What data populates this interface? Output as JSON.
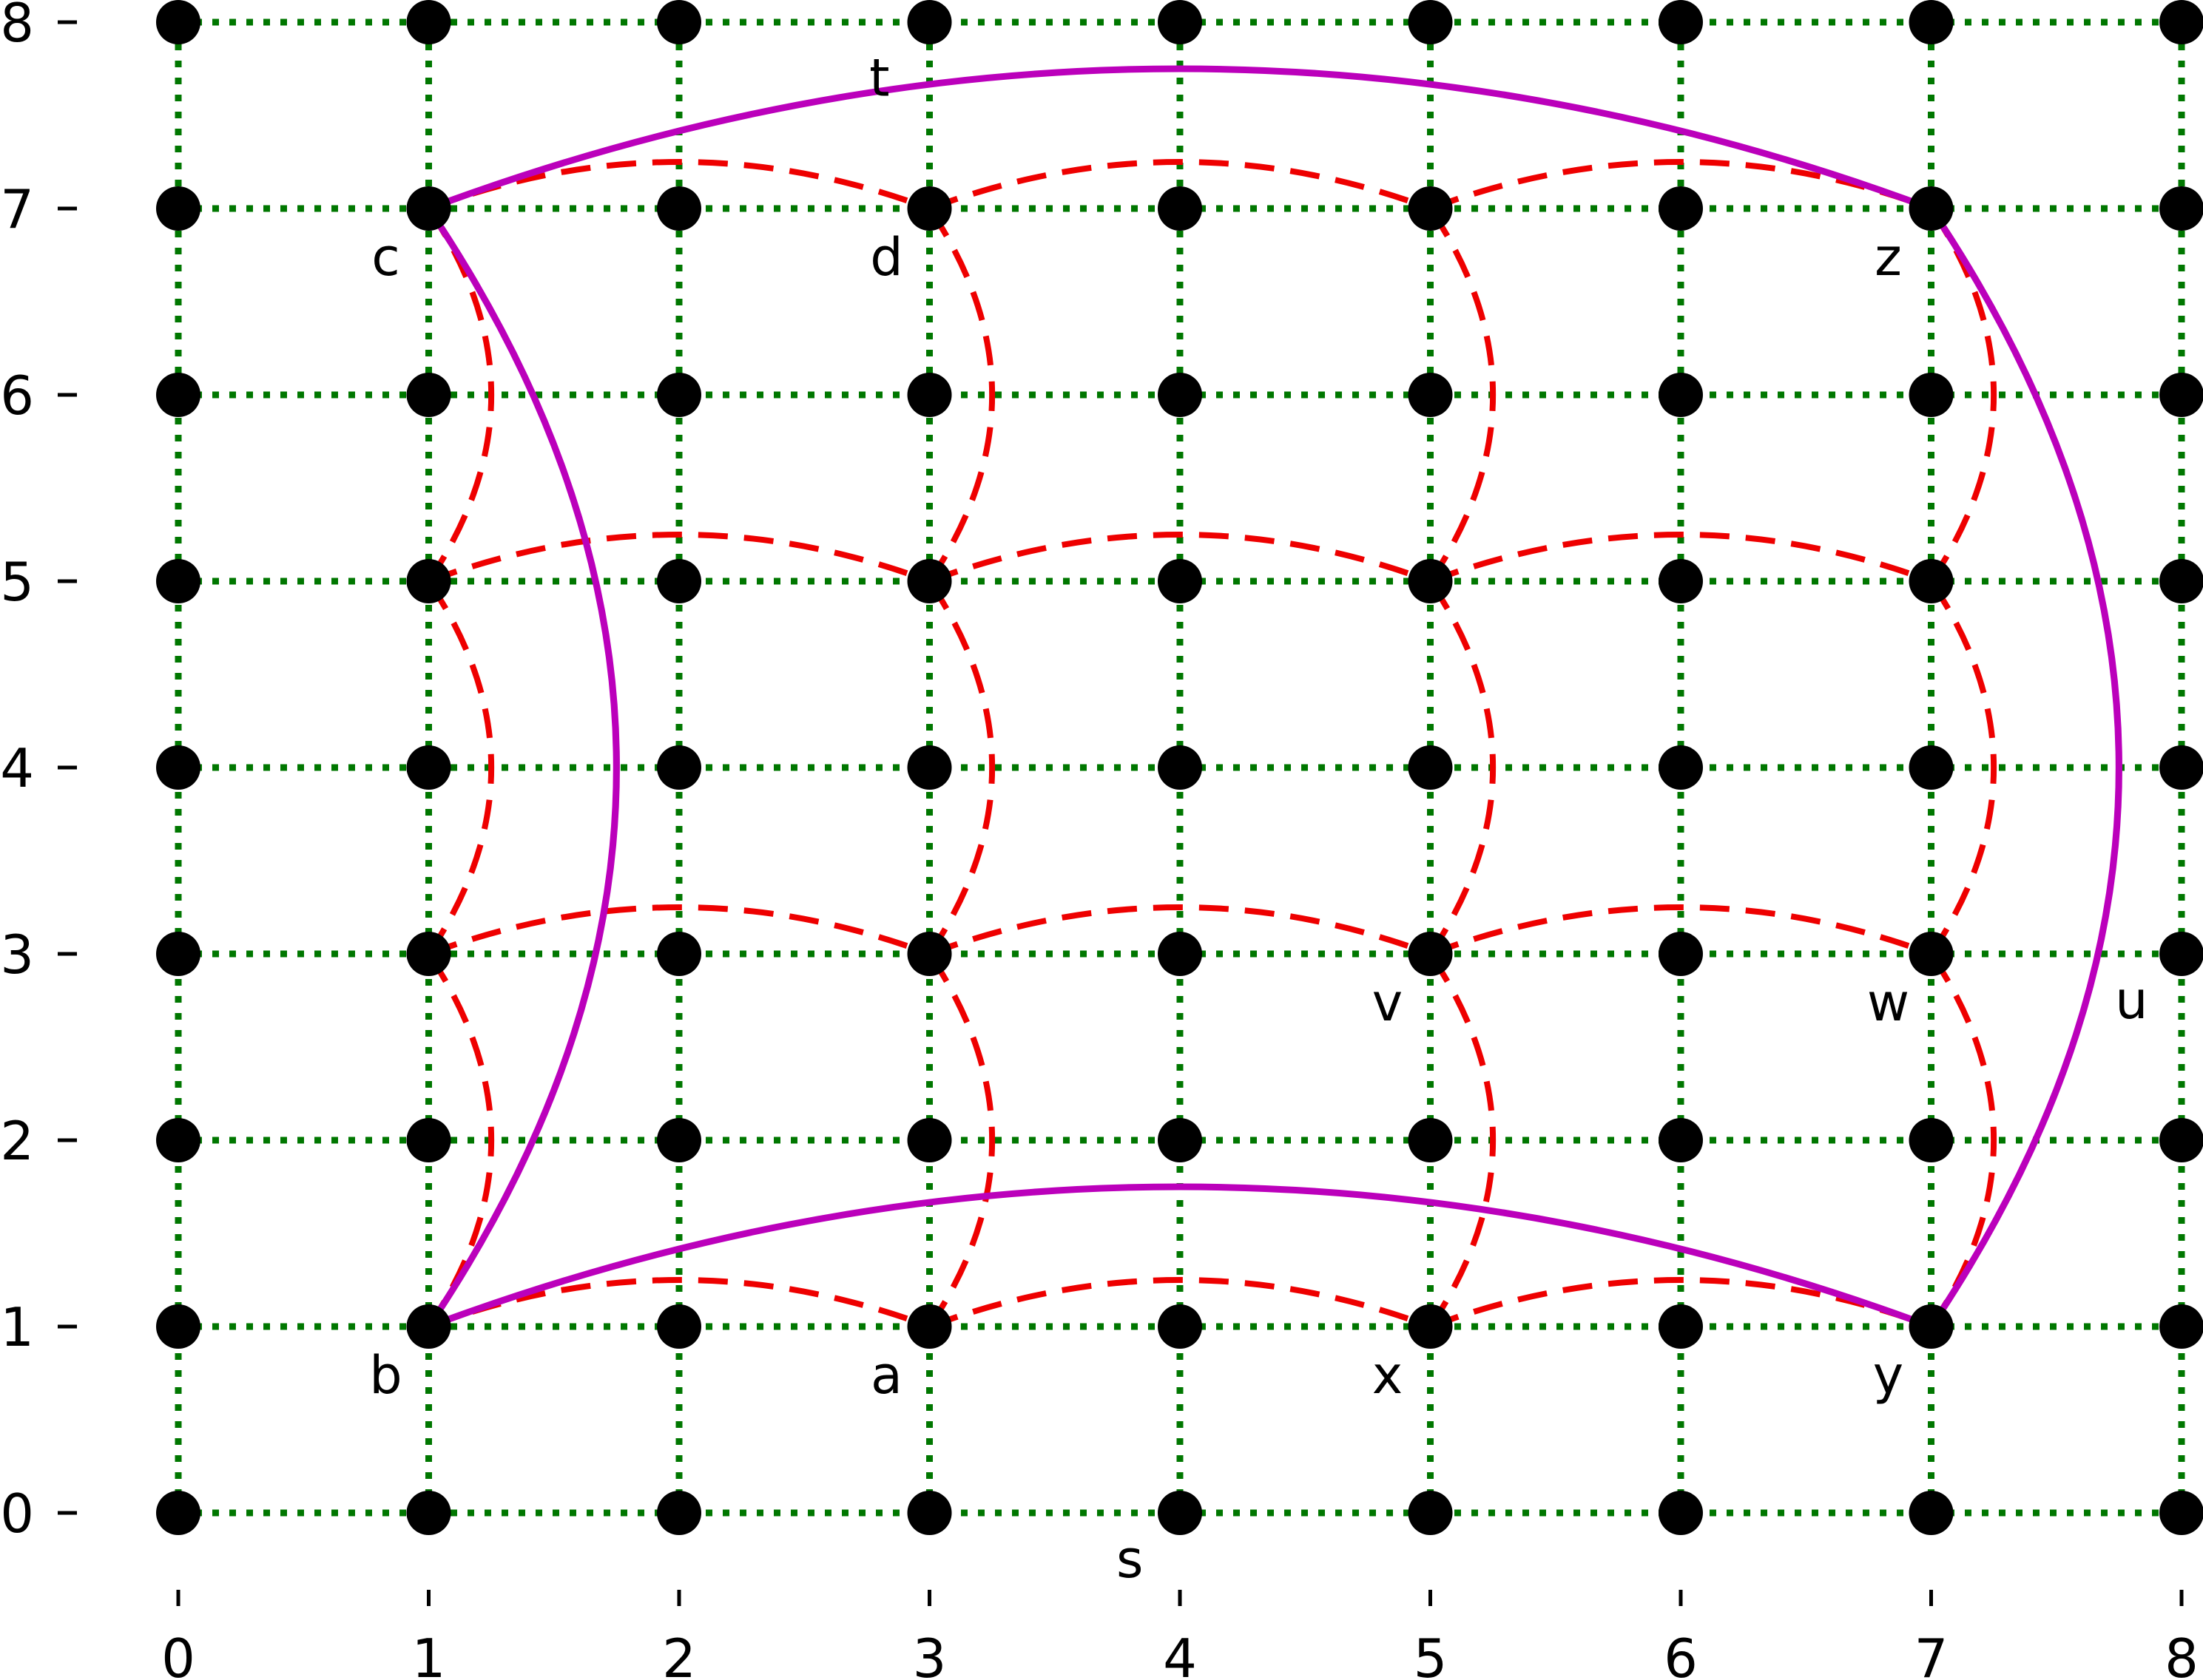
{
  "chart_data": {
    "type": "scatter",
    "title": "",
    "xlabel": "",
    "ylabel": "",
    "xlim": [
      0,
      8
    ],
    "ylim": [
      0,
      8
    ],
    "x_ticks": [
      "0",
      "1",
      "2",
      "3",
      "4",
      "5",
      "6",
      "7",
      "8"
    ],
    "y_ticks": [
      "0",
      "1",
      "2",
      "3",
      "4",
      "5",
      "6",
      "7",
      "8"
    ],
    "grid": {
      "x": [
        0,
        1,
        2,
        3,
        4,
        5,
        6,
        7,
        8
      ],
      "y": [
        0,
        1,
        2,
        3,
        4,
        5,
        6,
        7,
        8
      ],
      "style": "dotted",
      "color": "#007700"
    },
    "point_color": "#000000",
    "labeled_points": [
      {
        "label": "c",
        "x": 1,
        "y": 7
      },
      {
        "label": "d",
        "x": 3,
        "y": 7
      },
      {
        "label": "z",
        "x": 7,
        "y": 7
      },
      {
        "label": "b",
        "x": 1,
        "y": 1
      },
      {
        "label": "a",
        "x": 3,
        "y": 1
      },
      {
        "label": "x",
        "x": 5,
        "y": 1
      },
      {
        "label": "y",
        "x": 7,
        "y": 1
      },
      {
        "label": "v",
        "x": 5,
        "y": 3
      },
      {
        "label": "w",
        "x": 7,
        "y": 3
      }
    ],
    "curve_labels": [
      {
        "label": "t",
        "x": 2.8,
        "y": 7.7
      },
      {
        "label": "s",
        "x": 3.8,
        "y": -0.25
      },
      {
        "label": "u",
        "x": 7.8,
        "y": 2.75
      }
    ],
    "arcs_dashed_red": {
      "color": "#ee0000",
      "bulge": 0.25,
      "horizontal_rows": [
        1,
        3,
        5,
        7
      ],
      "horizontal_spans": [
        [
          1,
          3
        ],
        [
          3,
          5
        ],
        [
          5,
          7
        ]
      ],
      "vertical_columns": [
        1,
        3,
        5,
        7
      ],
      "vertical_spans": [
        [
          1,
          3
        ],
        [
          3,
          5
        ],
        [
          5,
          7
        ]
      ]
    },
    "arcs_solid_magenta": {
      "color": "#bb00bb",
      "bulge": 0.75,
      "corners": {
        "bottom_left": [
          1,
          1
        ],
        "bottom_right": [
          7,
          1
        ],
        "top_right": [
          7,
          7
        ],
        "top_left": [
          1,
          7
        ]
      }
    }
  }
}
